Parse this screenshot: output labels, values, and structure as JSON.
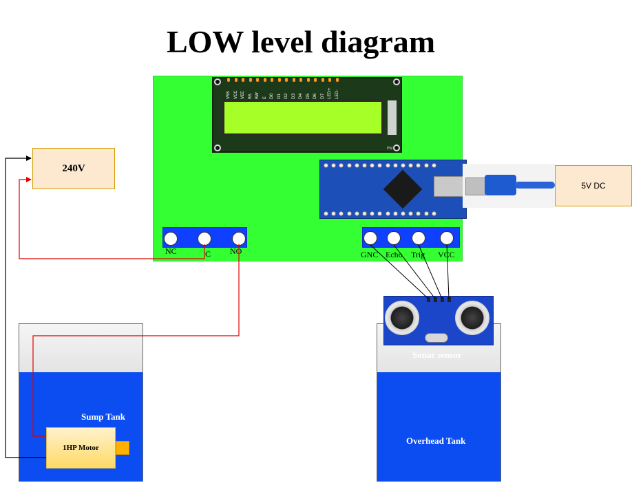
{
  "title": "LOW level diagram",
  "power": {
    "mains_label": "240V",
    "dc_label": "5V DC"
  },
  "lcd": {
    "pins": [
      "VSS",
      "VCC",
      "VEE",
      "RS",
      "RW",
      "E",
      "D0",
      "D1",
      "D2",
      "D3",
      "D4",
      "D5",
      "D6",
      "D7",
      "LED+",
      "LED-"
    ],
    "corner_mark": "EW"
  },
  "relay_terminals": {
    "labels": [
      "NC",
      "C",
      "NO"
    ]
  },
  "sensor_terminals": {
    "labels": [
      "GNC",
      "Echo",
      "Trig",
      "VCC"
    ]
  },
  "sump_tank": {
    "label": "Sump Tank",
    "motor_label": "1HP Motor"
  },
  "overhead_tank": {
    "label": "Overhead Tank",
    "sensor_label": "Sonar sensor"
  },
  "colors": {
    "board": "#33ff33",
    "lcd_screen": "#a6ff26",
    "terminal_strip": "#0f3fff",
    "water": "#0b4df0",
    "live_wire": "#e00000",
    "neutral_wire": "#000000",
    "power_box": "#fde9cf"
  }
}
